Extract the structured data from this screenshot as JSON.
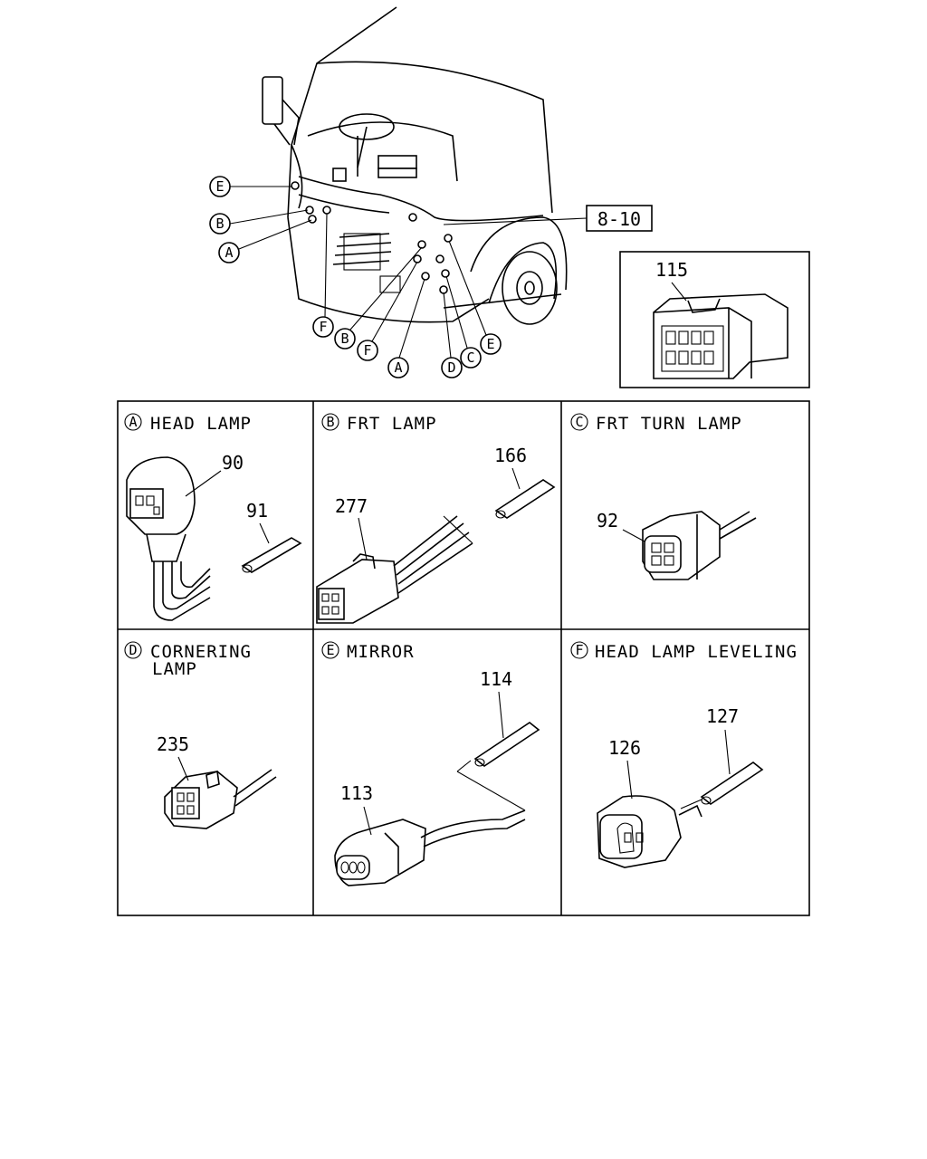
{
  "overview": {
    "ref_box": "8-10",
    "callouts_left": [
      "E",
      "B",
      "A"
    ],
    "callouts_bottom": [
      "F",
      "B",
      "F",
      "A",
      "D",
      "C",
      "E"
    ],
    "inset_part": "115"
  },
  "panels": [
    {
      "letter": "A",
      "title": "HEAD LAMP",
      "parts": [
        "90",
        "91"
      ]
    },
    {
      "letter": "B",
      "title": "FRT LAMP",
      "parts": [
        "166",
        "277"
      ]
    },
    {
      "letter": "C",
      "title": "FRT TURN LAMP",
      "parts": [
        "92"
      ]
    },
    {
      "letter": "D",
      "title": "CORNERING",
      "title2": "LAMP",
      "parts": [
        "235"
      ]
    },
    {
      "letter": "E",
      "title": "MIRROR",
      "parts": [
        "114",
        "113"
      ]
    },
    {
      "letter": "F",
      "title": "HEAD LAMP LEVELING",
      "parts": [
        "127",
        "126"
      ]
    }
  ]
}
